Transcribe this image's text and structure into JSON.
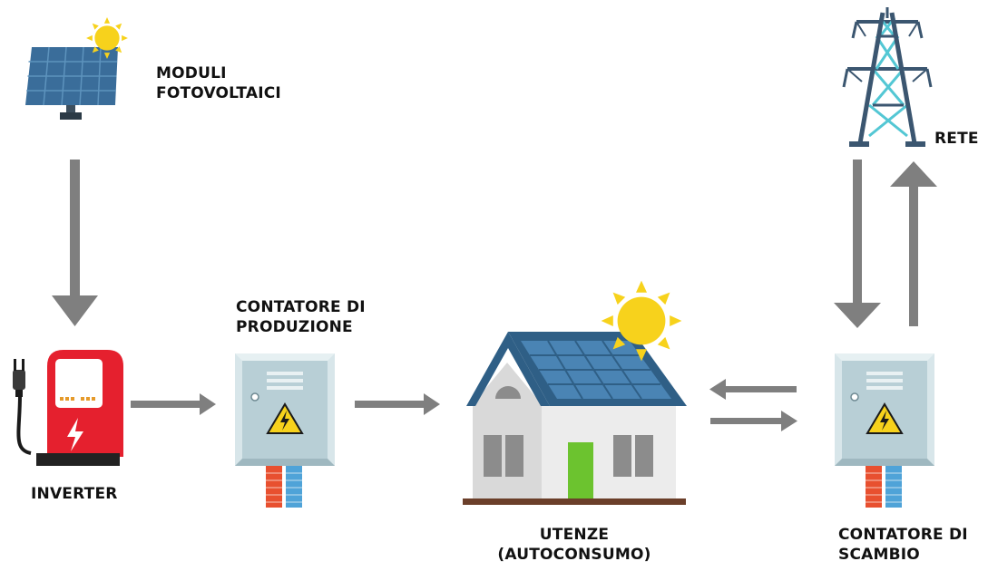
{
  "labels": {
    "moduli_line1": "MODULI",
    "moduli_line2": "FOTOVOLTAICI",
    "rete": "RETE",
    "contatore_prod_line1": "CONTATORE DI",
    "contatore_prod_line2": "PRODUZIONE",
    "inverter": "INVERTER",
    "utenze_line1": "UTENZE",
    "utenze_line2": "(AUTOCONSUMO)",
    "contatore_scambio_line1": "CONTATORE DI",
    "contatore_scambio_line2": "SCAMBIO"
  },
  "icons": {
    "panel": "solar-panel-icon",
    "tower": "power-tower-icon",
    "inverter": "inverter-icon",
    "meter": "electric-meter-icon",
    "house": "house-icon",
    "sun": "sun-icon"
  },
  "colors": {
    "arrow": "#7f7f7f",
    "panel_blue": "#3a6d9a",
    "roof_blue": "#2f5f86",
    "inverter_red": "#e5202e",
    "meter_body": "#c5d8df",
    "sun_yellow": "#f7d21c",
    "door_green": "#6cc32f",
    "wire_red": "#e8502f",
    "wire_blue": "#4fa3d8",
    "tower_dark": "#3b5670",
    "tower_cyan": "#53c7d4"
  }
}
